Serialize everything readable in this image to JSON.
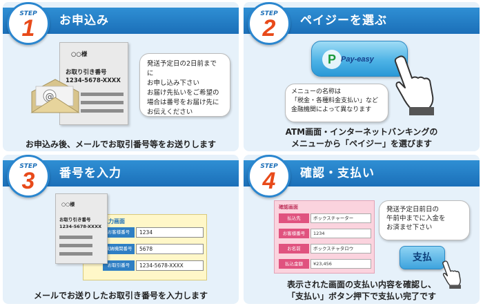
{
  "steps": [
    {
      "badge_label": "STEP",
      "number": "1",
      "title": "お申込み",
      "doc": {
        "name": "○○様",
        "field_label": "お取り引き番号",
        "field_value": "1234-5678-XXXX"
      },
      "bubble": [
        "発送予定日の2日前までに",
        "お申し込み下さい",
        "お届け先払いをご希望の",
        "場合は番号をお届け先に",
        "お伝えください"
      ],
      "caption": [
        "お申込み後、メールでお取引番号等をお送りします"
      ]
    },
    {
      "badge_label": "STEP",
      "number": "2",
      "title": "ペイジーを選ぶ",
      "button_logo": "Pay-easy",
      "bubble": [
        "メニューの名称は",
        "「税金・各種料金支払い」など",
        "金融機関によって異なります"
      ],
      "caption": [
        "ATM画面・インターネットバンキングの",
        "メニューから「ペイジー」を選びます"
      ]
    },
    {
      "badge_label": "STEP",
      "number": "3",
      "title": "番号を入力",
      "doc": {
        "name": "○○様",
        "field_label": "お取り引き番号",
        "field_value": "1234-5678-XXXX"
      },
      "form": {
        "heading": "入力画面",
        "rows": [
          {
            "label": "お客様番号",
            "value": "1234"
          },
          {
            "label": "収納機関番号",
            "value": "5678"
          },
          {
            "label": "お取引番号",
            "value": "1234-5678-XXXX"
          }
        ]
      },
      "caption": [
        "メールでお送りしたお取引き番号を入力します"
      ]
    },
    {
      "badge_label": "STEP",
      "number": "4",
      "title": "確認・支払い",
      "confirm": {
        "heading": "確認画面",
        "rows": [
          {
            "label": "払込先",
            "value": "ボックスチャーター"
          },
          {
            "label": "お客様番号",
            "value": "1234"
          },
          {
            "label": "お名前",
            "value": "ボックスチャタロウ"
          },
          {
            "label": "払込金額",
            "value": "¥23,456"
          }
        ]
      },
      "bubble": [
        "発送予定日前日の",
        "午前中までに入金を",
        "お済ませ下さい"
      ],
      "pay_button": "支払",
      "caption": [
        "表示された画面の支払い内容を確認し、",
        "「支払い」ボタン押下で支払い完了です"
      ]
    }
  ],
  "colors": {
    "header_blue": "#1b6fb8",
    "step_number_orange": "#e84a1a",
    "panel_bg": "#e6f1fa"
  },
  "icons": [
    "envelope-at-icon",
    "pointing-hand-icon",
    "payeasy-logo-icon"
  ]
}
